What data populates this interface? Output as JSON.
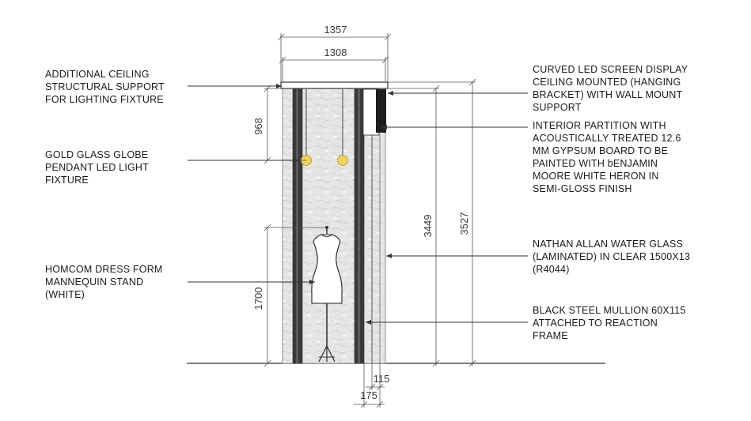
{
  "dimensions": {
    "overall_width": "1357",
    "glass_width": "1308",
    "pendant_drop": "968",
    "mannequin_height": "1700",
    "glass_height": "3449",
    "overall_height": "3527",
    "partition_offset": "115",
    "mullion_offset": "175"
  },
  "annotations": {
    "ceiling_support": [
      "ADDITIONAL CEILING",
      "STRUCTURAL SUPPORT",
      "FOR LIGHTING FIXTURE"
    ],
    "pendant_light": [
      "GOLD GLASS GLOBE",
      "PENDANT LED LIGHT",
      "FIXTURE"
    ],
    "mannequin": [
      "HOMCOM DRESS FORM",
      "MANNEQUIN STAND",
      "(WHITE)"
    ],
    "led_screen": [
      "CURVED LED SCREEN DISPLAY",
      "CEILING MOUNTED (HANGING",
      "BRACKET) WITH WALL MOUNT",
      "SUPPORT"
    ],
    "partition": [
      "INTERIOR PARTITION WITH",
      "ACOUSTICALLY TREATED 12.6",
      "MM GYPSUM BOARD TO BE",
      "PAINTED WITH bENJAMIN",
      "MOORE WHITE HERON IN",
      "SEMI-GLOSS FINISH"
    ],
    "water_glass": [
      "NATHAN ALLAN WATER GLASS",
      "(LAMINATED) IN CLEAR 1500X13",
      "(R4044)"
    ],
    "mullion": [
      "BLACK STEEL MULLION 60X115",
      "ATTACHED TO REACTION",
      "FRAME"
    ]
  },
  "colors": {
    "line": "#555555",
    "glass": "#e6e8e6",
    "steel": "#2e2e2e",
    "gold": "#e8c84a",
    "text": "#1a1a1a"
  }
}
